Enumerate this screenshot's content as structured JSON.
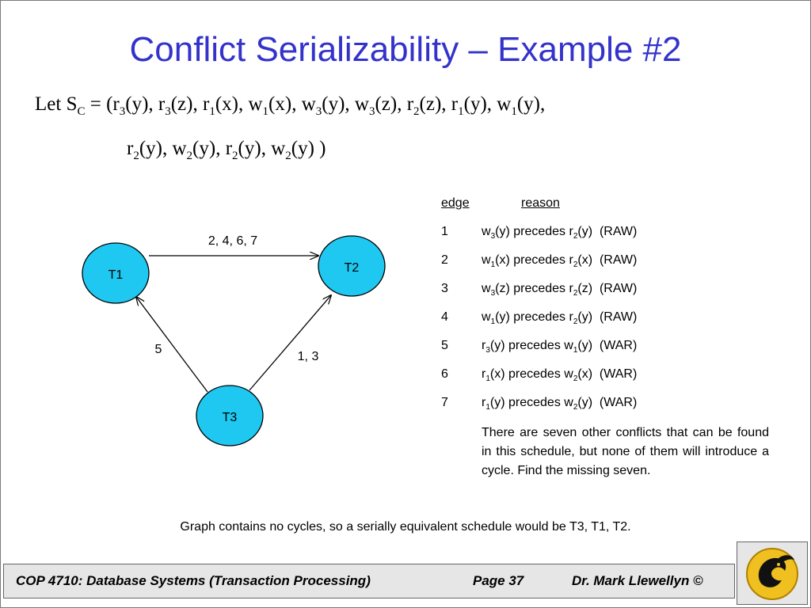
{
  "title": "Conflict Serializability – Example #2",
  "schedule": {
    "let": "Let S",
    "subscript": "C",
    "ops_line1": [
      {
        "op": "r",
        "t": "3",
        "item": "(y)"
      },
      {
        "op": "r",
        "t": "3",
        "item": "(z)"
      },
      {
        "op": "r",
        "t": "1",
        "item": "(x)"
      },
      {
        "op": "w",
        "t": "1",
        "item": "(x)"
      },
      {
        "op": "w",
        "t": "3",
        "item": "(y)"
      },
      {
        "op": "w",
        "t": "3",
        "item": "(z)"
      },
      {
        "op": "r",
        "t": "2",
        "item": "(z)"
      },
      {
        "op": "r",
        "t": "1",
        "item": "(y)"
      },
      {
        "op": "w",
        "t": "1",
        "item": "(y)"
      }
    ],
    "ops_line2": [
      {
        "op": "r",
        "t": "2",
        "item": "(y)"
      },
      {
        "op": "w",
        "t": "2",
        "item": "(y)"
      },
      {
        "op": "r",
        "t": "2",
        "item": "(y)"
      },
      {
        "op": "w",
        "t": "2",
        "item": "(y)"
      }
    ]
  },
  "table": {
    "header_edge": "edge",
    "header_reason": "reason",
    "rows": [
      {
        "num": "1",
        "a_op": "w",
        "a_t": "3",
        "a_item": "(y)",
        "b_op": "r",
        "b_t": "2",
        "b_item": "(y)",
        "kind": "(RAW)"
      },
      {
        "num": "2",
        "a_op": "w",
        "a_t": "1",
        "a_item": "(x)",
        "b_op": "r",
        "b_t": "2",
        "b_item": "(x)",
        "kind": "(RAW)"
      },
      {
        "num": "3",
        "a_op": "w",
        "a_t": "3",
        "a_item": "(z)",
        "b_op": "r",
        "b_t": "2",
        "b_item": "(z)",
        "kind": "(RAW)"
      },
      {
        "num": "4",
        "a_op": "w",
        "a_t": "1",
        "a_item": "(y)",
        "b_op": "r",
        "b_t": "2",
        "b_item": "(y)",
        "kind": "(RAW)"
      },
      {
        "num": "5",
        "a_op": "r",
        "a_t": "3",
        "a_item": "(y)",
        "b_op": "w",
        "b_t": "1",
        "b_item": "(y)",
        "kind": "(WAR)"
      },
      {
        "num": "6",
        "a_op": "r",
        "a_t": "1",
        "a_item": "(x)",
        "b_op": "w",
        "b_t": "2",
        "b_item": "(x)",
        "kind": "(WAR)"
      },
      {
        "num": "7",
        "a_op": "r",
        "a_t": "1",
        "a_item": "(y)",
        "b_op": "w",
        "b_t": "2",
        "b_item": "(y)",
        "kind": "(WAR)"
      }
    ],
    "precedes_word": "precedes",
    "note": "There are seven other conflicts that can be found in this schedule, but none of them will introduce a cycle.  Find the missing seven."
  },
  "graph": {
    "nodes": [
      {
        "id": "T1",
        "label": "T1"
      },
      {
        "id": "T2",
        "label": "T2"
      },
      {
        "id": "T3",
        "label": "T3"
      }
    ],
    "edges": [
      {
        "from": "T1",
        "to": "T2",
        "label": "2, 4, 6, 7"
      },
      {
        "from": "T3",
        "to": "T1",
        "label": "5"
      },
      {
        "from": "T3",
        "to": "T2",
        "label": "1, 3"
      }
    ],
    "node_color": "#1ec8f0"
  },
  "conclusion": "Graph contains no cycles, so a serially equivalent schedule would be T3, T1, T2.",
  "footer": {
    "course": "COP 4710: Database Systems  (Transaction Processing)",
    "page": "Page 37",
    "author": "Dr. Mark Llewellyn ©"
  },
  "colors": {
    "title": "#3333cc",
    "footer_bg": "#e6e6e6"
  }
}
